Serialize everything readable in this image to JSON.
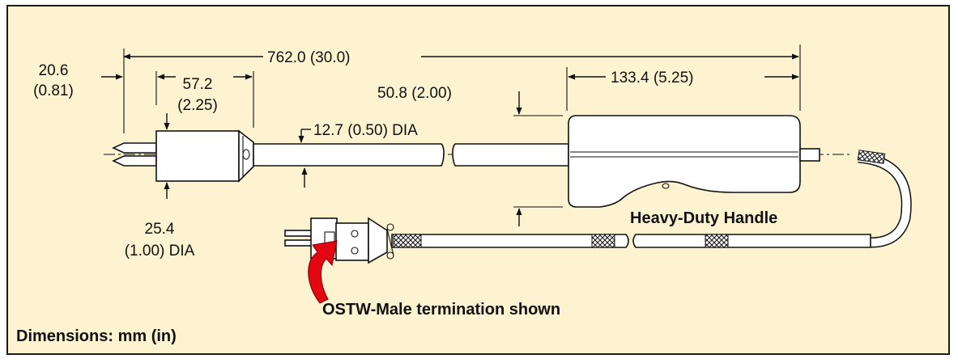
{
  "dimensions": {
    "overall_length": "762.0 (30.0)",
    "tip_offset_mm": "20.6",
    "tip_offset_in": "(0.81)",
    "hub_length_mm": "57.2",
    "hub_length_in": "(2.25)",
    "sheath_dia": "12.7 (0.50) DIA",
    "handle_height": "50.8 (2.00)",
    "handle_length": "133.4 (5.25)",
    "hub_dia_mm": "25.4",
    "hub_dia_in": "(1.00) DIA"
  },
  "labels": {
    "handle": "Heavy-Duty Handle",
    "termination": "OSTW-Male termination shown",
    "units_note": "Dimensions: mm (in)"
  },
  "colors": {
    "background": "#fdf3d0",
    "arrow_accent": "#e30613"
  }
}
